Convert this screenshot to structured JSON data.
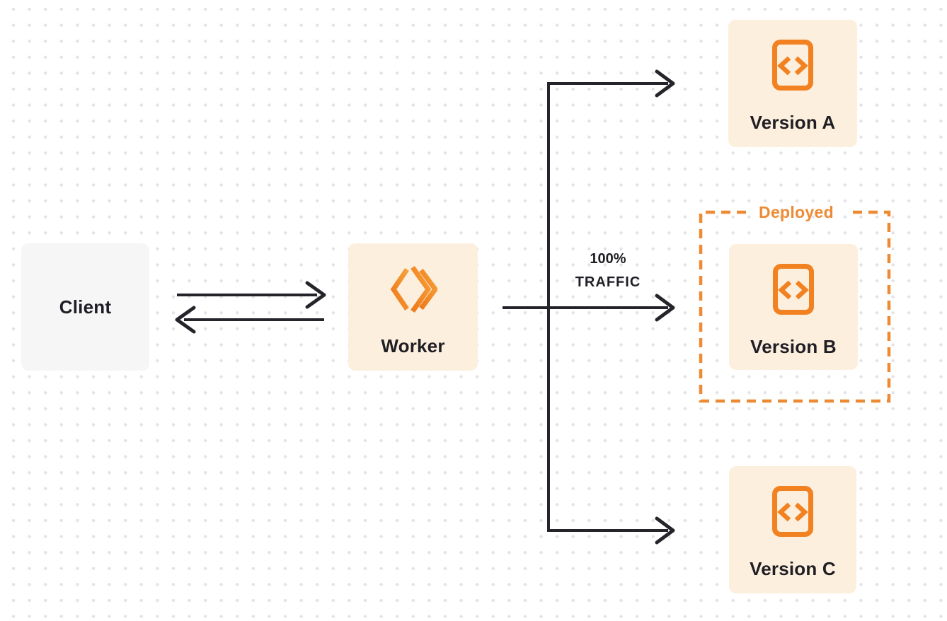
{
  "diagram": {
    "title": "worker-version-traffic-routing-diagram",
    "nodes": {
      "client": {
        "label": "Client"
      },
      "worker": {
        "label": "Worker"
      },
      "versions": [
        {
          "id": "version-a",
          "label": "Version A"
        },
        {
          "id": "version-b",
          "label": "Version B"
        },
        {
          "id": "version-c",
          "label": "Version C"
        }
      ]
    },
    "deployed_group": {
      "label": "Deployed",
      "contains": "version-b"
    },
    "traffic": {
      "percent": "100%",
      "word": "TRAFFIC"
    },
    "edges": [
      {
        "from": "client",
        "to": "worker",
        "style": "arrow-right"
      },
      {
        "from": "worker",
        "to": "client",
        "style": "arrow-left"
      },
      {
        "from": "worker",
        "to": "version-a",
        "style": "arrow-branch"
      },
      {
        "from": "worker",
        "to": "version-b",
        "style": "arrow-straight",
        "label": "100% TRAFFIC"
      },
      {
        "from": "worker",
        "to": "version-c",
        "style": "arrow-branch"
      }
    ],
    "icons": {
      "worker": "cloudflare-workers-logo",
      "version": "code-file-icon"
    },
    "colors": {
      "accent_orange": "#f28121",
      "accent_orange_light": "#f6a03a",
      "dashed_border_orange": "#ee8a33",
      "node_fill_cream": "#fcefde",
      "node_fill_gray": "#f6f6f7",
      "line_dark": "#26242b",
      "label_text": "#1f1e24",
      "dot_grid": "#e3e3e6"
    }
  }
}
